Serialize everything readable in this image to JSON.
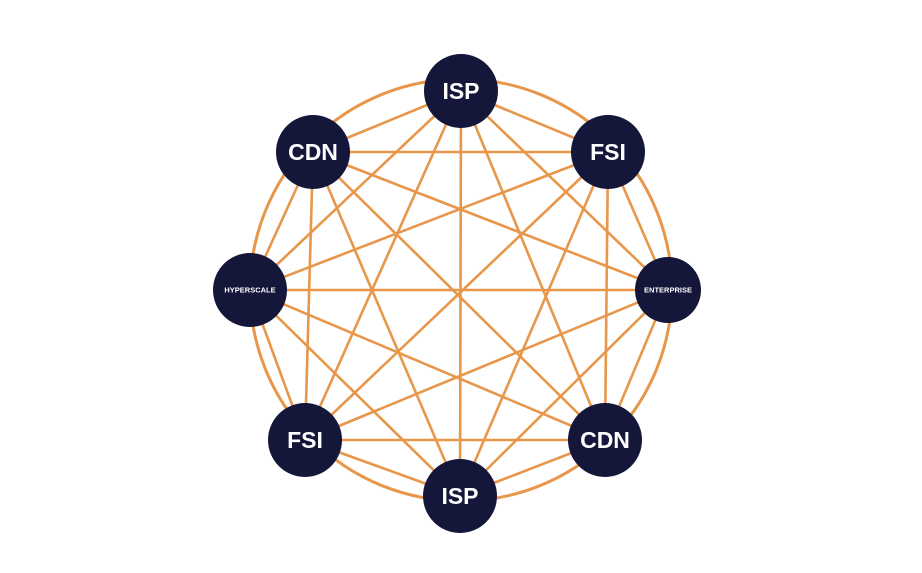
{
  "diagram": {
    "colors": {
      "background": "#ffffff",
      "node_fill": "#14163a",
      "edge": "#e8964a",
      "label": "#ffffff"
    },
    "nodes": [
      {
        "id": "isp-top",
        "label": "ISP"
      },
      {
        "id": "fsi-top-right",
        "label": "FSI"
      },
      {
        "id": "enterprise-right",
        "label": "ENTERPRISE"
      },
      {
        "id": "cdn-bottom-right",
        "label": "CDN"
      },
      {
        "id": "isp-bottom",
        "label": "ISP"
      },
      {
        "id": "fsi-bottom-left",
        "label": "FSI"
      },
      {
        "id": "hyperscale-left",
        "label": "HYPERSCALE"
      },
      {
        "id": "cdn-top-left",
        "label": "CDN"
      }
    ],
    "connectivity": "full-mesh"
  }
}
